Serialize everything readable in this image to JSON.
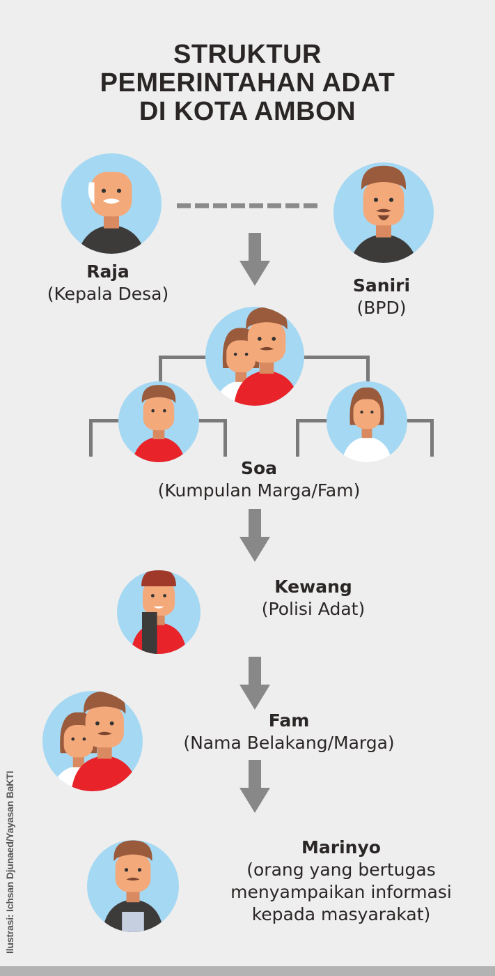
{
  "title": {
    "line1": "STRUKTUR",
    "line2": "PEMERINTAHAN ADAT",
    "line3": "DI KOTA AMBON"
  },
  "roles": {
    "raja": {
      "name": "Raja",
      "desc": "(Kepala Desa)"
    },
    "saniri": {
      "name": "Saniri",
      "desc": "(BPD)"
    },
    "soa": {
      "name": "Soa",
      "desc": "(Kumpulan Marga/Fam)"
    },
    "kewang": {
      "name": "Kewang",
      "desc": "(Polisi Adat)"
    },
    "fam": {
      "name": "Fam",
      "desc": "(Nama Belakang/Marga)"
    },
    "marinyo": {
      "name": "Marinyo",
      "desc_lines": [
        "(orang yang bertugas",
        "menyampaikan informasi",
        "kepada masyarakat)"
      ]
    }
  },
  "credit": "Ilustrasi: Ichsan Djunaed/Yayasan BaKTI",
  "colors": {
    "background": "#eeeeee",
    "circle": "#a5d8f3",
    "connector": "#7a7a7a",
    "red": "#e8232a",
    "text": "#2b2626"
  }
}
